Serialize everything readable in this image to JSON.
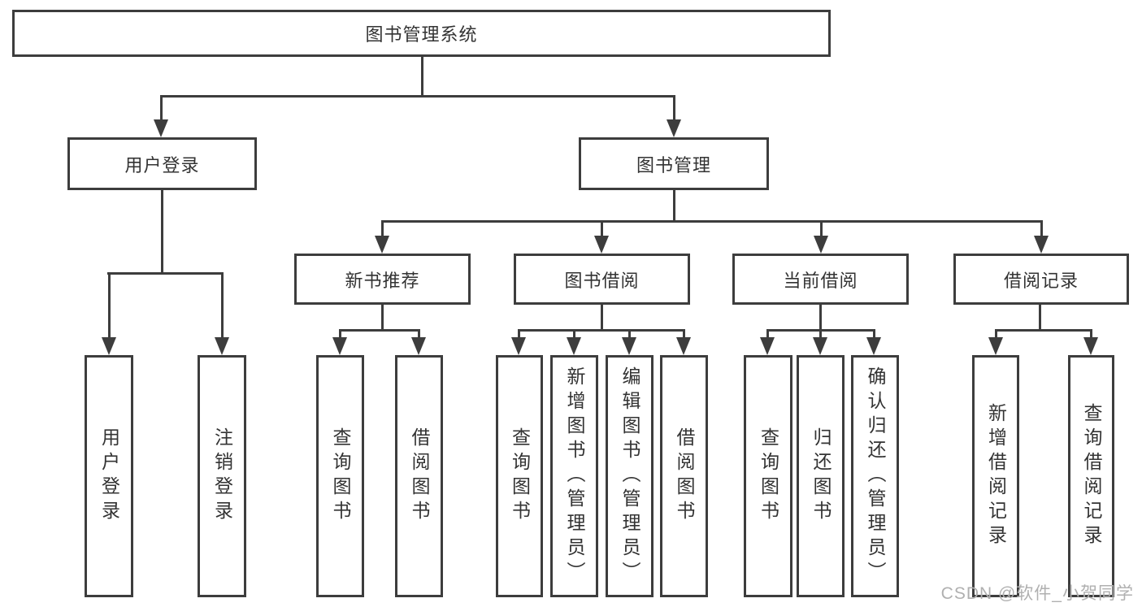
{
  "root": {
    "label": "图书管理系统",
    "children": [
      {
        "label": "用户登录",
        "children": [
          {
            "label": "用户登录"
          },
          {
            "label": "注销登录"
          }
        ]
      },
      {
        "label": "图书管理",
        "children": [
          {
            "label": "新书推荐",
            "children": [
              {
                "label": "查询图书"
              },
              {
                "label": "借阅图书"
              }
            ]
          },
          {
            "label": "图书借阅",
            "children": [
              {
                "label": "查询图书"
              },
              {
                "label": "新增图书（管理员）"
              },
              {
                "label": "编辑图书（管理员）"
              },
              {
                "label": "借阅图书"
              }
            ]
          },
          {
            "label": "当前借阅",
            "children": [
              {
                "label": "查询图书"
              },
              {
                "label": "归还图书"
              },
              {
                "label": "确认归还（管理员）"
              }
            ]
          },
          {
            "label": "借阅记录",
            "children": [
              {
                "label": "新增借阅记录"
              },
              {
                "label": "查询借阅记录"
              }
            ]
          }
        ]
      }
    ]
  },
  "watermark": "CSDN @软件_小贺同学",
  "colors": {
    "line": "#3d3d3d",
    "box_border": "#3d3d3d",
    "text": "#333333",
    "watermark": "#b0b0b0",
    "background": "#ffffff"
  }
}
